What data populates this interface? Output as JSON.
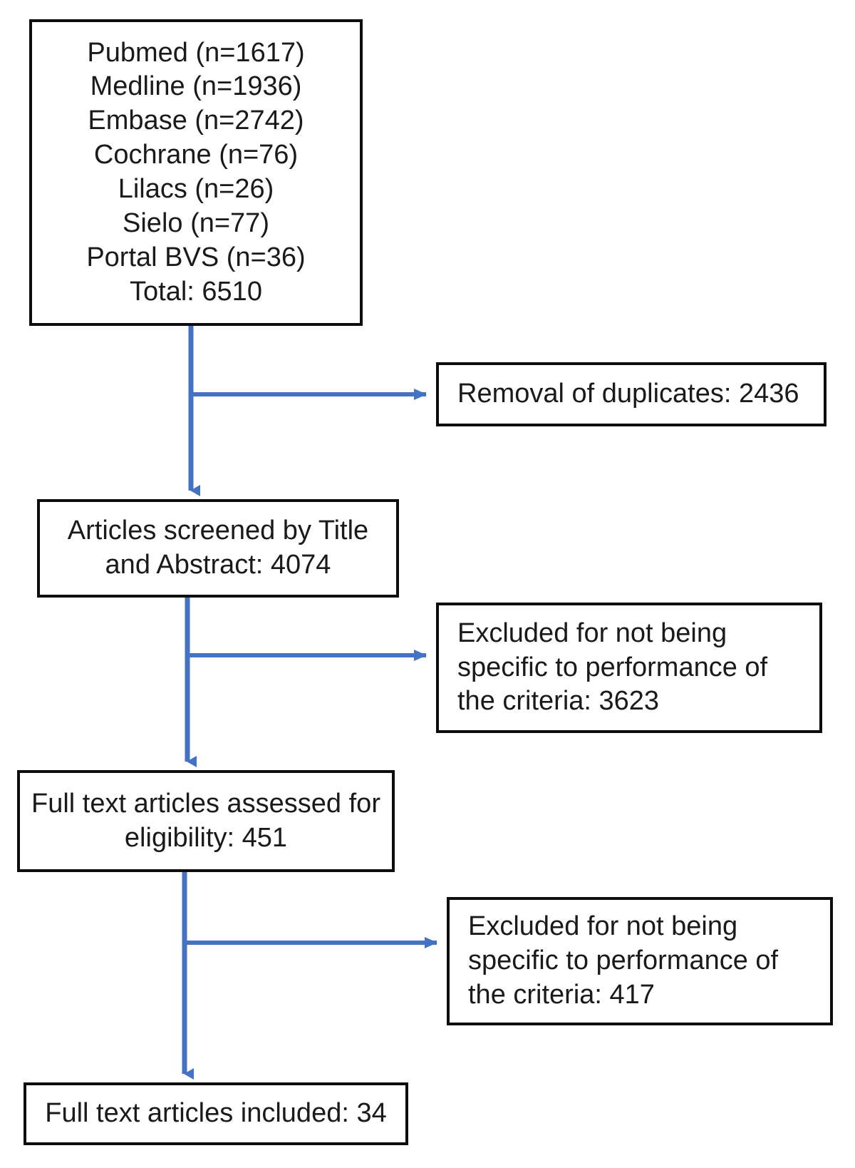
{
  "diagram": {
    "type": "prisma-flow-diagram",
    "accent_color": "#4472C4",
    "border_color": "#0D0D0D",
    "background_color": "#FFFFFF",
    "nodes": {
      "sources": {
        "lines": [
          "Pubmed (n=1617)",
          "Medline (n=1936)",
          "Embase (n=2742)",
          "Cochrane (n=76)",
          "Lilacs (n=26)",
          "Sielo (n=77)",
          "Portal BVS (n=36)",
          "Total: 6510"
        ]
      },
      "duplicates": {
        "lines": [
          "Removal of duplicates: 2436"
        ]
      },
      "screened": {
        "lines": [
          "Articles screened by Title",
          "and Abstract: 4074"
        ]
      },
      "excluded_screening": {
        "lines": [
          "Excluded for not being",
          "specific to performance of",
          "the criteria: 3623"
        ]
      },
      "fulltext_assessed": {
        "lines": [
          "Full text articles assessed for",
          "eligibility: 451"
        ]
      },
      "excluded_fulltext": {
        "lines": [
          "Excluded for not being",
          "specific to performance of",
          "the criteria: 417"
        ]
      },
      "included": {
        "lines": [
          "Full text articles included: 34"
        ]
      }
    },
    "counts": {
      "pubmed": 1617,
      "medline": 1936,
      "embase": 2742,
      "cochrane": 76,
      "lilacs": 26,
      "sielo": 77,
      "portal_bvs": 36,
      "total_identified": 6510,
      "duplicates_removed": 2436,
      "screened_title_abstract": 4074,
      "excluded_screening": 3623,
      "fulltext_assessed": 451,
      "excluded_fulltext": 417,
      "included": 34
    }
  }
}
